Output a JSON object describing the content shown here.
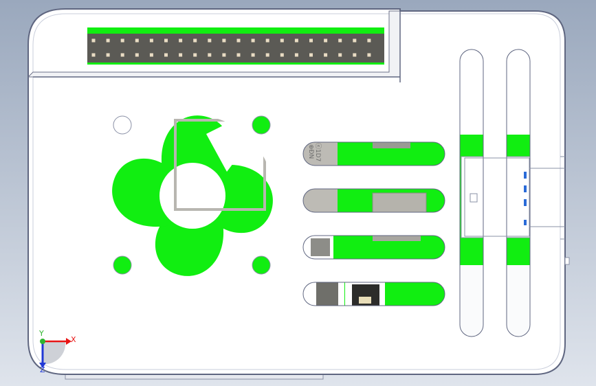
{
  "viewport": {
    "background_top": "#9aa8bd",
    "background_bottom": "#dfe4ec"
  },
  "colors": {
    "case": "#ffffff",
    "edge": "#5f6680",
    "pcb": "#11ee11",
    "header_body": "#5b5a55",
    "pin": "#e9dcc3",
    "connector": "#bdbbb5",
    "axis_x": "#e81515",
    "axis_y": "#2fb52f",
    "axis_z": "#2139d6"
  },
  "gpio_header": {
    "rows": 2,
    "columns": 20
  },
  "fan": {
    "blades": 4
  },
  "vents": {
    "horizontal_count": 4,
    "vertical_count": 2
  },
  "pcb_marking": {
    "text": "ⓔ1D7",
    "subtext": "⊕ĐN"
  },
  "triad": {
    "x_label": "X",
    "y_label": "Y",
    "z_label": "Z"
  }
}
